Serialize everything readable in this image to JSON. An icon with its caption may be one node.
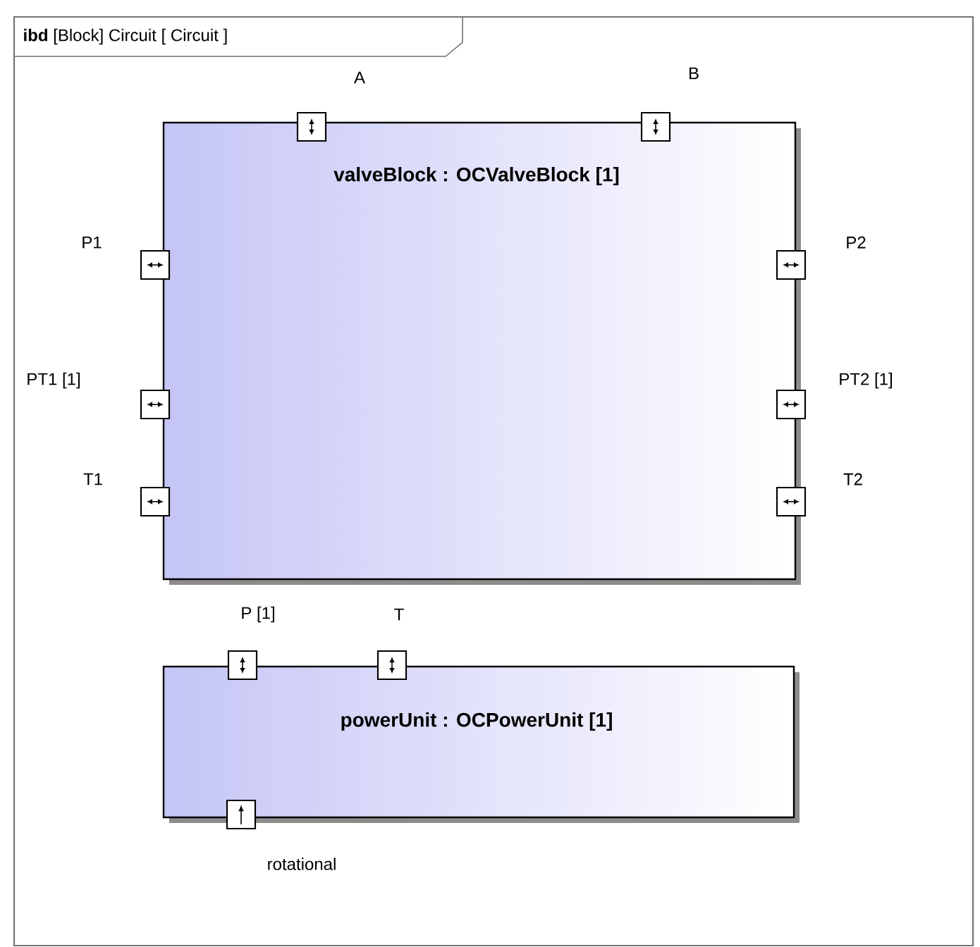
{
  "diagram": {
    "title": "**ibd** [Block] Circuit [ Circuit ]",
    "nodes": [
      {
        "text": [],
        "shape": "box"
      },
      {
        "text": [
          "valveBlock : OCValveBlock [1]"
        ],
        "in": 0
      },
      {
        "text": [
          "A"
        ],
        "in": 0
      },
      {
        "text": [
          "B"
        ],
        "in": 0
      },
      {
        "text": [
          "P1"
        ],
        "in": 0
      },
      {
        "text": [
          "P2"
        ],
        "in": 0
      },
      {
        "text": [
          "PT1 [1]"
        ],
        "in": 0
      },
      {
        "text": [
          "PT2 [1]"
        ],
        "in": 0
      },
      {
        "text": [
          "T1"
        ],
        "in": 0
      },
      {
        "text": [
          "T2"
        ],
        "in": 0
      },
      {
        "text": [
          "powerUnit : OCPowerUnit [1]"
        ],
        "in": 0
      },
      {
        "text": [
          "P [1]"
        ],
        "in": 0
      },
      {
        "text": [
          "T"
        ],
        "in": 0
      },
      {
        "text": [
          "rotational"
        ],
        "in": 0
      }
    ],
    "edges": []
  }
}
